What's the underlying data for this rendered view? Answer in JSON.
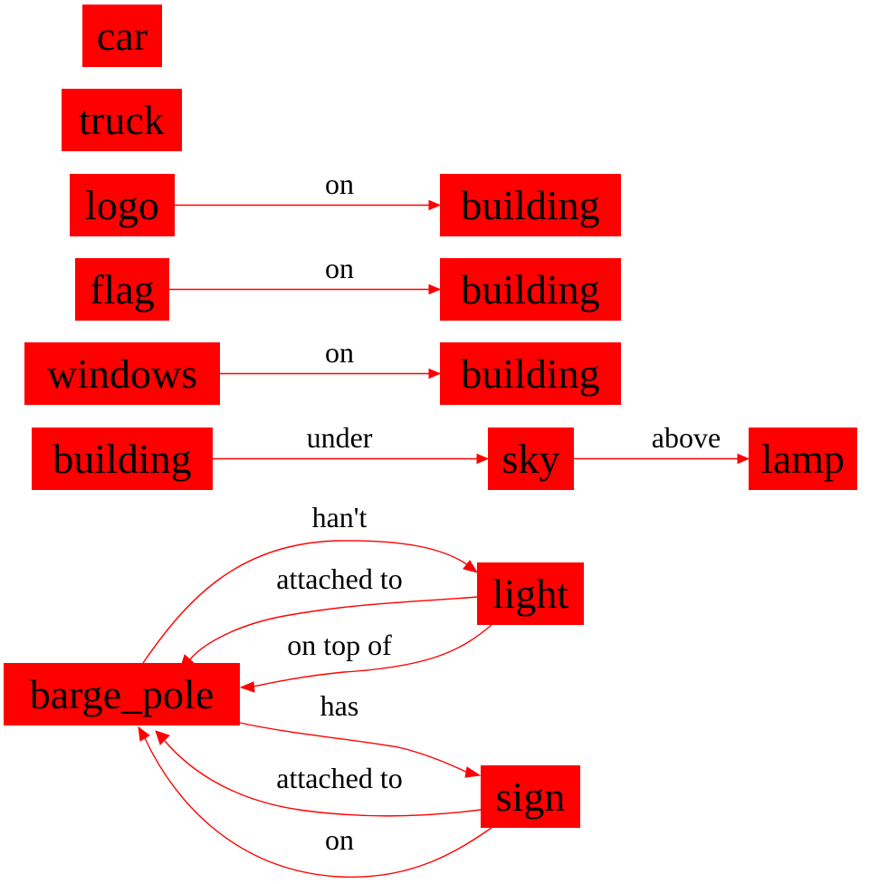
{
  "colors": {
    "node_fill": "#ff0000",
    "edge": "#ff0000",
    "text": "#000000"
  },
  "nodes": {
    "car": "car",
    "truck": "truck",
    "logo": "logo",
    "building_a": "building",
    "flag": "flag",
    "building_b": "building",
    "windows": "windows",
    "building_c": "building",
    "building_d": "building",
    "sky": "sky",
    "lamp": "lamp",
    "light": "light",
    "barge_pole": "barge_pole",
    "sign": "sign"
  },
  "edges": {
    "logo_building": "on",
    "flag_building": "on",
    "windows_building": "on",
    "building_sky": "under",
    "sky_lamp": "above",
    "pole_light_hant": "han't",
    "light_pole_attached": "attached to",
    "light_pole_ontop": "on top of",
    "pole_sign_has": "has",
    "sign_pole_attached": "attached to",
    "sign_pole_on": "on"
  }
}
